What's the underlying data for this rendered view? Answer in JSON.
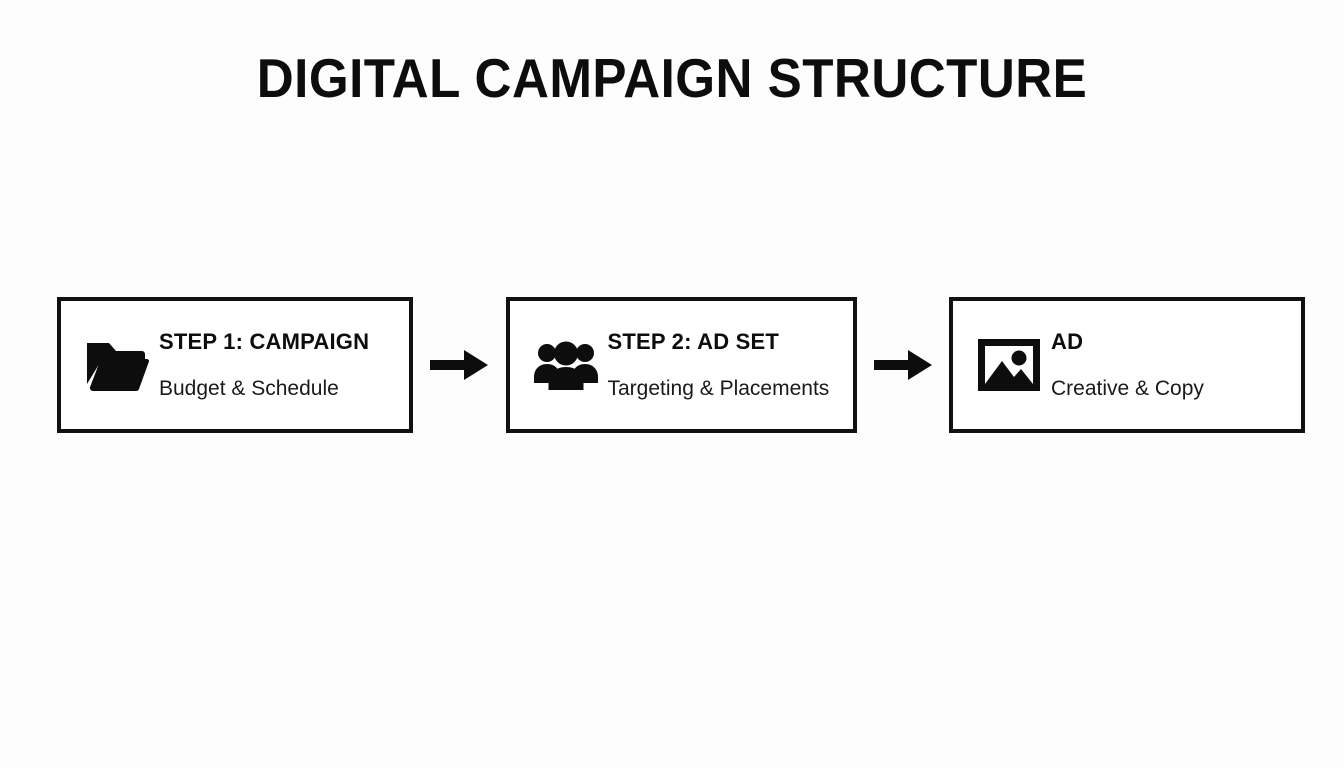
{
  "title": "DIGITAL CAMPAIGN STRUCTURE",
  "colors": {
    "background": "#fdfdfd",
    "ink": "#111111",
    "box_border": "#111111",
    "box_fill": "#ffffff"
  },
  "flow": {
    "nodes": [
      {
        "icon": "folder-icon",
        "title": "STEP 1: CAMPAIGN",
        "subtitle": "Budget & Schedule"
      },
      {
        "icon": "people-group-icon",
        "title": "STEP 2: AD SET",
        "subtitle": "Targeting & Placements"
      },
      {
        "icon": "image-icon",
        "title": "AD",
        "subtitle": "Creative & Copy"
      }
    ],
    "connectors": [
      {
        "icon": "arrow-right-icon"
      },
      {
        "icon": "arrow-right-icon"
      }
    ]
  }
}
